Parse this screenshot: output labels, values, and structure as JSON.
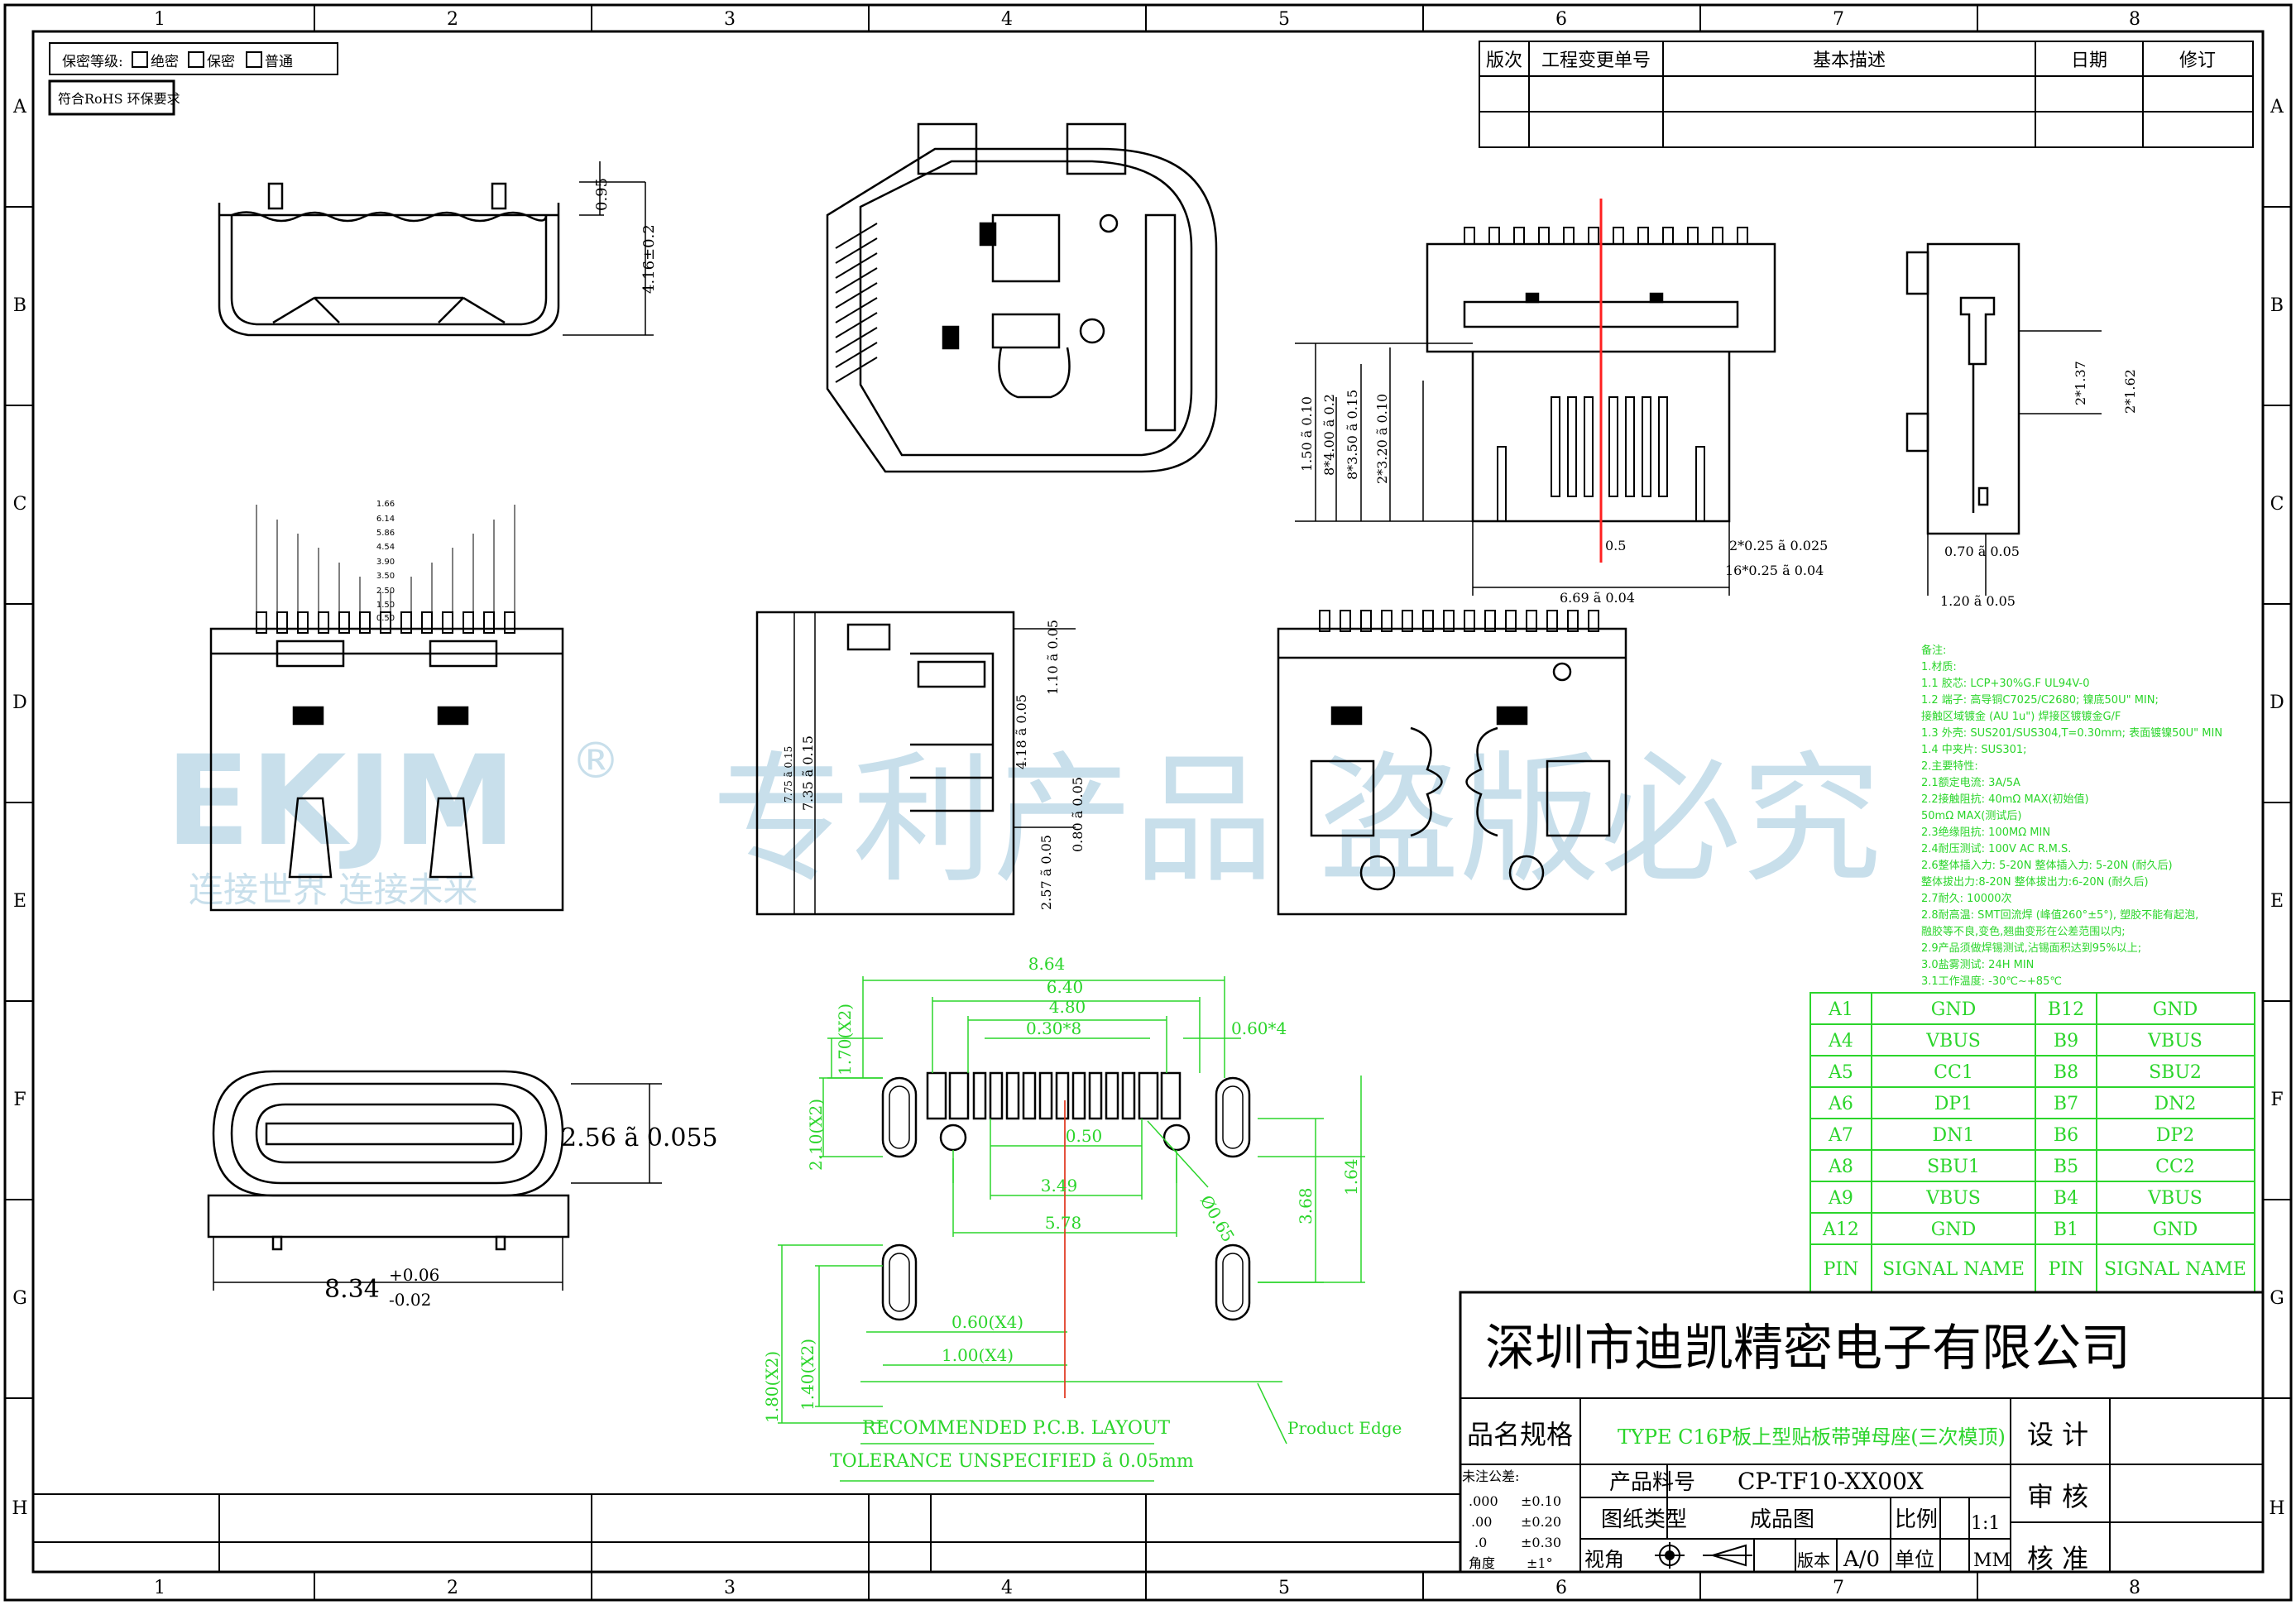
{
  "frame": {
    "col_labels": [
      "1",
      "2",
      "3",
      "4",
      "5",
      "6",
      "7",
      "8"
    ],
    "row_labels": [
      "A",
      "B",
      "C",
      "D",
      "E",
      "F",
      "G",
      "H"
    ]
  },
  "security": {
    "label": "保密等级:",
    "opt1": "绝密",
    "opt2": "保密",
    "opt3": "普通"
  },
  "rohs": "符合RoHS 环保要求",
  "revision_table": {
    "col1": "版次",
    "col2": "工程变更单号",
    "col3": "基本描述",
    "col4": "日期",
    "col5": "修订"
  },
  "dims": {
    "side_095": "0.95",
    "side_416": "4.16±0.2",
    "front_256": "2.56 ã 0.055",
    "front_834": "8.34",
    "front_834_tol_up": "+0.06",
    "front_834_tol_dn": "-0.02",
    "pin_row": [
      "1.66",
      "6.14",
      "5.86",
      "4.54",
      "3.90",
      "3.50",
      "2.50",
      "1.50",
      "0.50"
    ],
    "side2_110": "1.10 ã 0.05",
    "side2_418": "4.18 ã 0.05",
    "side2_080": "0.80 ã 0.05",
    "side2_257": "2.57 ã 0.05",
    "side2_735": "7.35 ã 0.15",
    "side2_775": "7.75 ã 0.15",
    "r_150": "1.50 ã 0.10",
    "r_400": "8*4.00 ã 0.2",
    "r_350": "8*3.50 ã 0.15",
    "r_320": "2*3.20 ã 0.10",
    "r_05": "0.5",
    "r_025": "2*0.25 ã 0.025",
    "r_16x": "16*0.25 ã 0.04",
    "r_669": "6.69 ã 0.04",
    "s_137": "2*1.37",
    "s_162": "2*1.62",
    "s_070": "0.70 ã 0.05",
    "s_120": "1.20 ã 0.05",
    "pcb_864": "8.64",
    "pcb_640": "6.40",
    "pcb_480": "4.80",
    "pcb_030": "0.30*8",
    "pcb_060x4": "0.60*4",
    "pcb_170": "1.70(X2)",
    "pcb_210": "2.10(X2)",
    "pcb_050": "0.50",
    "pcb_065": "Ø0.65",
    "pcb_349": "3.49",
    "pcb_578": "5.78",
    "pcb_368": "3.68",
    "pcb_164": "1.64",
    "pcb_060b": "0.60(X4)",
    "pcb_100": "1.00(X4)",
    "pcb_180": "1.80(X2)",
    "pcb_140": "1.40(X2)"
  },
  "pcb_text": {
    "line1": "RECOMMENDED P.C.B. LAYOUT",
    "line2": "TOLERANCE UNSPECIFIED ã 0.05mm",
    "edge": "Product Edge"
  },
  "notes": [
    "备注:",
    "1.材质:",
    "1.1 胶芯: LCP+30%G.F UL94V-0",
    "1.2 端子: 高导铜C7025/C2680; 镍底50U\" MIN;",
    "      接触区域镀金 (AU 1u\") 焊接区镀镀金G/F",
    "1.3 外壳: SUS201/SUS304,T=0.30mm; 表面镀镍50U\" MIN",
    "1.4 中夹片: SUS301;",
    "2.主要特性:",
    "2.1额定电流: 3A/5A",
    "2.2接触阻抗: 40mΩ MAX(初始值)",
    "      50mΩ MAX(测试后)",
    "2.3绝缘阻抗: 100MΩ MIN",
    "2.4耐压测试: 100V AC R.M.S.",
    "2.6整体插入力: 5-20N 整体插入力: 5-20N (耐久后)",
    "   整体拔出力:8-20N 整体拔出力:6-20N (耐久后)",
    "2.7耐久: 10000次",
    "2.8耐高温: SMT回流焊 (峰值260°±5°), 塑胶不能有起泡,",
    "      融胶等不良,变色,翘曲变形在公差范围以内;",
    "2.9产品须做焊锡测试,沾锡面积达到95%以上;",
    "3.0盐雾测试: 24H MIN",
    "3.1工作温度: -30℃~+85℃"
  ],
  "pin_table": {
    "rows": [
      [
        "A1",
        "GND",
        "B12",
        "GND"
      ],
      [
        "A4",
        "VBUS",
        "B9",
        "VBUS"
      ],
      [
        "A5",
        "CC1",
        "B8",
        "SBU2"
      ],
      [
        "A6",
        "DP1",
        "B7",
        "DN2"
      ],
      [
        "A7",
        "DN1",
        "B6",
        "DP2"
      ],
      [
        "A8",
        "SBU1",
        "B5",
        "CC2"
      ],
      [
        "A9",
        "VBUS",
        "B4",
        "VBUS"
      ],
      [
        "A12",
        "GND",
        "B1",
        "GND"
      ]
    ],
    "header": [
      "PIN",
      "SIGNAL NAME",
      "PIN",
      "SIGNAL NAME"
    ]
  },
  "title_block": {
    "company": "深圳市迪凯精密电子有限公司",
    "name_label": "品名规格",
    "name_value": "TYPE C16P板上型贴板带弹母座(三次模顶)",
    "design": "设 计",
    "part_label": "产品料号",
    "part_value": "CP-TF10-XX00X",
    "review": "审 核",
    "type_label": "图纸类型",
    "type_value": "成品图",
    "scale_label": "比例",
    "scale_value": "1:1",
    "view_label": "视角",
    "ver_label": "版本",
    "ver_value": "A/0",
    "unit_label": "单位",
    "unit_value": "MM",
    "approve": "核 准",
    "tol_title": "未注公差:",
    "tol_rows": [
      [
        ".000",
        "±0.10"
      ],
      [
        ".00",
        "±0.20"
      ],
      [
        ".0",
        "±0.30"
      ],
      [
        "角度",
        "±1°"
      ]
    ]
  },
  "watermark": {
    "brand": "EKJM",
    "reg": "®",
    "slogan": "专利产品 盗版必究",
    "sub": "连接世界 连接未来"
  }
}
